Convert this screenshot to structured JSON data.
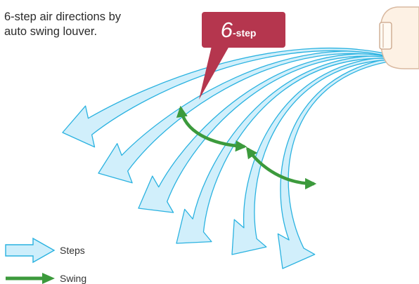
{
  "description": {
    "line1": "6-step air directions by",
    "line2": "auto swing louver."
  },
  "badge": {
    "number": "6",
    "suffix": "-step"
  },
  "legend": {
    "steps_label": "Steps",
    "swing_label": "Swing"
  },
  "colors": {
    "badge_fill": "#b5364e",
    "airflow_fill": "#cdeefb",
    "airflow_stroke": "#2ab2e0",
    "swing_arrow": "#3c9a3c",
    "unit_body": "#fdf1e4",
    "unit_outline": "#d9b9a0"
  },
  "icons": {
    "unit": "air-conditioner-unit-icon",
    "steps": "airflow-arrow-icon",
    "swing": "swing-arrow-icon"
  },
  "airflow_steps": 6
}
